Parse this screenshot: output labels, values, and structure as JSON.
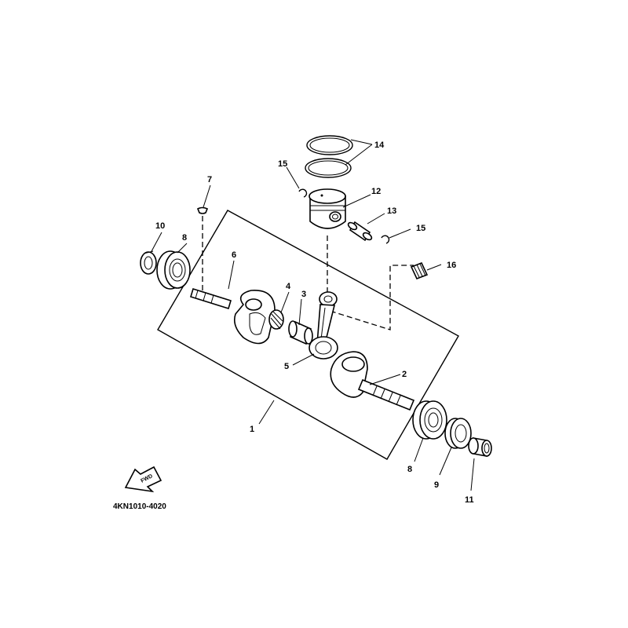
{
  "diagram_code": "4KN1010-4020",
  "fwd_label": "FWD",
  "callouts": {
    "c1": "1",
    "c2": "2",
    "c3": "3",
    "c4": "4",
    "c5": "5",
    "c6": "6",
    "c7": "7",
    "c8a": "8",
    "c8b": "8",
    "c9": "9",
    "c10": "10",
    "c11": "11",
    "c12": "12",
    "c13": "13",
    "c14": "14",
    "c15a": "15",
    "c15b": "15",
    "c16": "16"
  }
}
